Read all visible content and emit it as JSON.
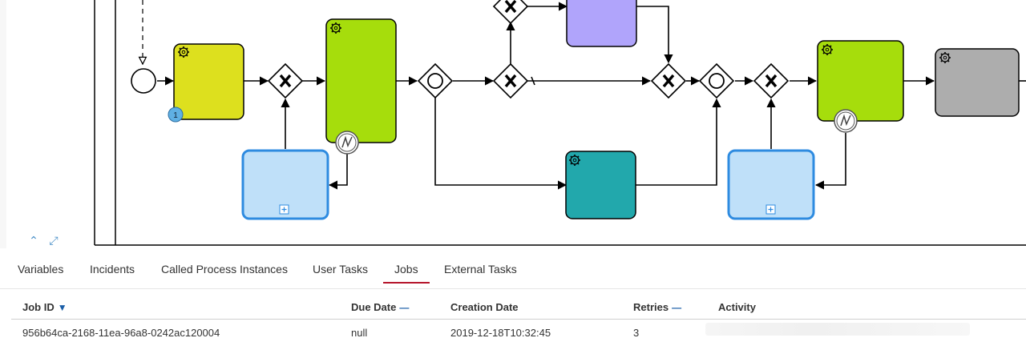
{
  "tabs": [
    {
      "label": "Variables"
    },
    {
      "label": "Incidents"
    },
    {
      "label": "Called Process Instances"
    },
    {
      "label": "User Tasks"
    },
    {
      "label": "Jobs"
    },
    {
      "label": "External Tasks"
    }
  ],
  "active_tab": "Jobs",
  "table": {
    "columns": {
      "job_id": "Job ID",
      "due_date": "Due Date",
      "creation_date": "Creation Date",
      "retries": "Retries",
      "activity": "Activity"
    },
    "rows": [
      {
        "job_id": "956b64ca-2168-11ea-96a8-0242ac120004",
        "due_date": "null",
        "creation_date": "2019-12-18T10:32:45",
        "retries": "3"
      }
    ]
  },
  "diagram": {
    "token_badge": "1",
    "gateway_symbol": "X",
    "colors": {
      "yellow_task": "#dde01e",
      "green_task": "#a6dd0c",
      "purple_task": "#b0a4fb",
      "teal_task": "#22a8ac",
      "gray_task": "#adadad",
      "light_blue_subprocess": "#bfe0f9",
      "subprocess_border": "#2e8be0",
      "badge": "#5fb0e3"
    }
  },
  "icons": [
    "gear-icon",
    "timer-icon",
    "collapse-icon",
    "expand-icon",
    "chevron-down-icon",
    "minus-icon"
  ],
  "accent_color": "#b5152b",
  "sort_color": "#1a5ea8"
}
